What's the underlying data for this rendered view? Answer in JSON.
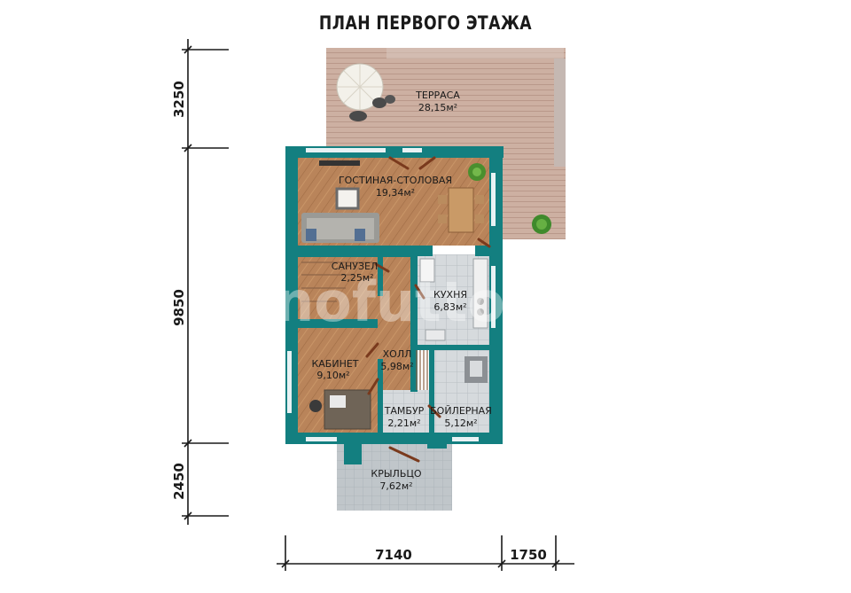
{
  "plan": {
    "title": "ПЛАН ПЕРВОГО ЭТАЖА",
    "watermark": "nofutto",
    "rooms": [
      {
        "key": "terrace",
        "name": "ТЕРРАСА",
        "area": "28,15м²"
      },
      {
        "key": "living",
        "name": "ГОСТИНАЯ-СТОЛОВАЯ",
        "area": "19,34м²"
      },
      {
        "key": "bath",
        "name": "САНУЗЕЛ",
        "area": "2,25м²"
      },
      {
        "key": "kitchen",
        "name": "КУХНЯ",
        "area": "6,83м²"
      },
      {
        "key": "study",
        "name": "КАБИНЕТ",
        "area": "9,10м²"
      },
      {
        "key": "hall",
        "name": "ХОЛЛ",
        "area": "5,98м²"
      },
      {
        "key": "vestibule",
        "name": "ТАМБУР",
        "area": "2,21м²"
      },
      {
        "key": "boiler",
        "name": "БОЙЛЕРНАЯ",
        "area": "5,12м²"
      },
      {
        "key": "porch",
        "name": "КРЫЛЬЦО",
        "area": "7,62м²"
      }
    ],
    "dimensions": {
      "vertical": [
        "3250",
        "9850",
        "2450"
      ],
      "horizontal": [
        "7140",
        "1750"
      ]
    },
    "colors": {
      "wall": "#137f80",
      "wood": "#b88157",
      "terrace": "#cbaea0",
      "tile": "#d3d7da",
      "porch": "#bcc2c6",
      "ink": "#1a1a1a"
    }
  }
}
